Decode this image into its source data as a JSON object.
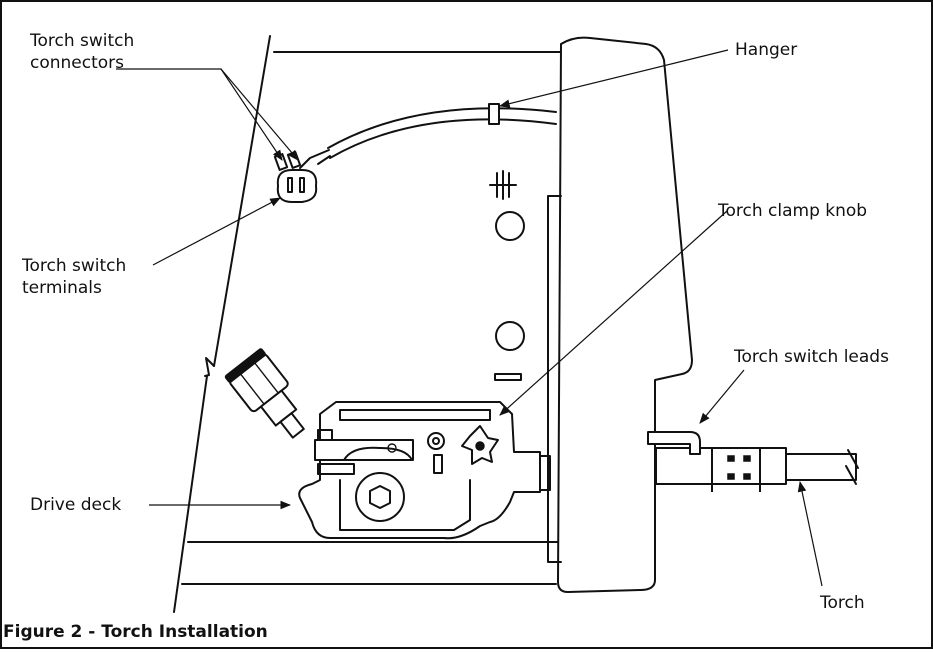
{
  "labels": {
    "torch_switch_connectors": [
      "Torch switch",
      "connectors"
    ],
    "hanger": "Hanger",
    "torch_clamp_knob": "Torch clamp knob",
    "torch_switch_terminals": [
      "Torch switch",
      "terminals"
    ],
    "torch_switch_leads": "Torch switch leads",
    "drive_deck": "Drive deck",
    "torch": "Torch"
  },
  "panel_symbols": {
    "plus": "+",
    "minus": "−"
  },
  "caption": "Figure 2 - Torch Installation"
}
